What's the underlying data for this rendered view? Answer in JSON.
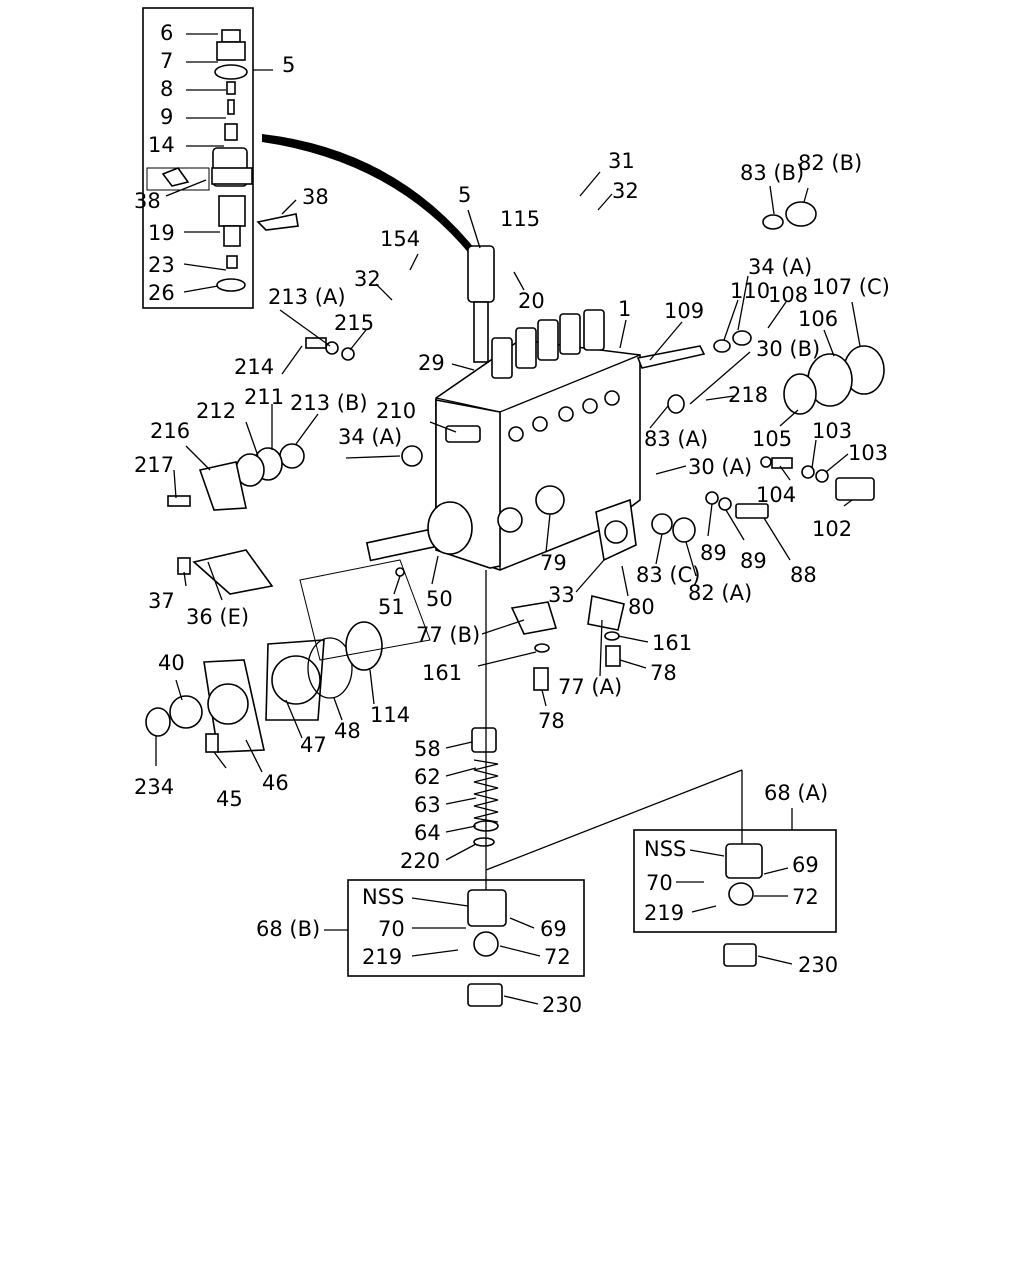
{
  "diagram": {
    "labels": [
      {
        "id": "l6",
        "text": "6"
      },
      {
        "id": "l7",
        "text": "7"
      },
      {
        "id": "l5a",
        "text": "5"
      },
      {
        "id": "l8",
        "text": "8"
      },
      {
        "id": "l9",
        "text": "9"
      },
      {
        "id": "l14",
        "text": "14"
      },
      {
        "id": "l38a",
        "text": "38"
      },
      {
        "id": "l38b",
        "text": "38"
      },
      {
        "id": "l19",
        "text": "19"
      },
      {
        "id": "l23",
        "text": "23"
      },
      {
        "id": "l26",
        "text": "26"
      },
      {
        "id": "l5b",
        "text": "5"
      },
      {
        "id": "l31",
        "text": "31"
      },
      {
        "id": "l32a",
        "text": "32"
      },
      {
        "id": "l115",
        "text": "115"
      },
      {
        "id": "l154",
        "text": "154"
      },
      {
        "id": "l20",
        "text": "20"
      },
      {
        "id": "l32b",
        "text": "32"
      },
      {
        "id": "l83b",
        "text": "83 (B)"
      },
      {
        "id": "l82b",
        "text": "82 (B)"
      },
      {
        "id": "l34a1",
        "text": "34 (A)"
      },
      {
        "id": "l110",
        "text": "110"
      },
      {
        "id": "l108",
        "text": "108"
      },
      {
        "id": "l107c",
        "text": "107 (C)"
      },
      {
        "id": "l109",
        "text": "109"
      },
      {
        "id": "l1",
        "text": "1"
      },
      {
        "id": "l106",
        "text": "106"
      },
      {
        "id": "l30b",
        "text": "30 (B)"
      },
      {
        "id": "l213a",
        "text": "213 (A)"
      },
      {
        "id": "l215",
        "text": "215"
      },
      {
        "id": "l214",
        "text": "214"
      },
      {
        "id": "l29",
        "text": "29"
      },
      {
        "id": "l218",
        "text": "218"
      },
      {
        "id": "l211",
        "text": "211"
      },
      {
        "id": "l212",
        "text": "212"
      },
      {
        "id": "l213b",
        "text": "213 (B)"
      },
      {
        "id": "l210",
        "text": "210"
      },
      {
        "id": "l216",
        "text": "216"
      },
      {
        "id": "l34a2",
        "text": "34 (A)"
      },
      {
        "id": "l83a",
        "text": "83 (A)"
      },
      {
        "id": "l105",
        "text": "105"
      },
      {
        "id": "l103a",
        "text": "103"
      },
      {
        "id": "l103b",
        "text": "103"
      },
      {
        "id": "l217",
        "text": "217"
      },
      {
        "id": "l30a",
        "text": "30 (A)"
      },
      {
        "id": "l104",
        "text": "104"
      },
      {
        "id": "l102",
        "text": "102"
      },
      {
        "id": "l89a",
        "text": "89"
      },
      {
        "id": "l89b",
        "text": "89"
      },
      {
        "id": "l88",
        "text": "88"
      },
      {
        "id": "l79",
        "text": "79"
      },
      {
        "id": "l83c",
        "text": "83 (C)"
      },
      {
        "id": "l82a",
        "text": "82 (A)"
      },
      {
        "id": "l37",
        "text": "37"
      },
      {
        "id": "l36e",
        "text": "36 (E)"
      },
      {
        "id": "l51",
        "text": "51"
      },
      {
        "id": "l50",
        "text": "50"
      },
      {
        "id": "l33",
        "text": "33"
      },
      {
        "id": "l80",
        "text": "80"
      },
      {
        "id": "l77b",
        "text": "77 (B)"
      },
      {
        "id": "l161a",
        "text": "161"
      },
      {
        "id": "l161b",
        "text": "161"
      },
      {
        "id": "l78a",
        "text": "78"
      },
      {
        "id": "l77a",
        "text": "77 (A)"
      },
      {
        "id": "l78b",
        "text": "78"
      },
      {
        "id": "l40",
        "text": "40"
      },
      {
        "id": "l47",
        "text": "47"
      },
      {
        "id": "l48",
        "text": "48"
      },
      {
        "id": "l114",
        "text": "114"
      },
      {
        "id": "l234",
        "text": "234"
      },
      {
        "id": "l45",
        "text": "45"
      },
      {
        "id": "l46",
        "text": "46"
      },
      {
        "id": "l58",
        "text": "58"
      },
      {
        "id": "l62",
        "text": "62"
      },
      {
        "id": "l63",
        "text": "63"
      },
      {
        "id": "l64",
        "text": "64"
      },
      {
        "id": "l220",
        "text": "220"
      },
      {
        "id": "l68a",
        "text": "68 (A)"
      },
      {
        "id": "lnssa",
        "text": "NSS"
      },
      {
        "id": "l69a",
        "text": "69"
      },
      {
        "id": "l70a",
        "text": "70"
      },
      {
        "id": "l72a",
        "text": "72"
      },
      {
        "id": "l219a",
        "text": "219"
      },
      {
        "id": "l230a",
        "text": "230"
      },
      {
        "id": "lnssb",
        "text": "NSS"
      },
      {
        "id": "l70b",
        "text": "70"
      },
      {
        "id": "l69b",
        "text": "69"
      },
      {
        "id": "l68b",
        "text": "68 (B)"
      },
      {
        "id": "l219b",
        "text": "219"
      },
      {
        "id": "l72b",
        "text": "72"
      },
      {
        "id": "l230b",
        "text": "230"
      }
    ]
  }
}
